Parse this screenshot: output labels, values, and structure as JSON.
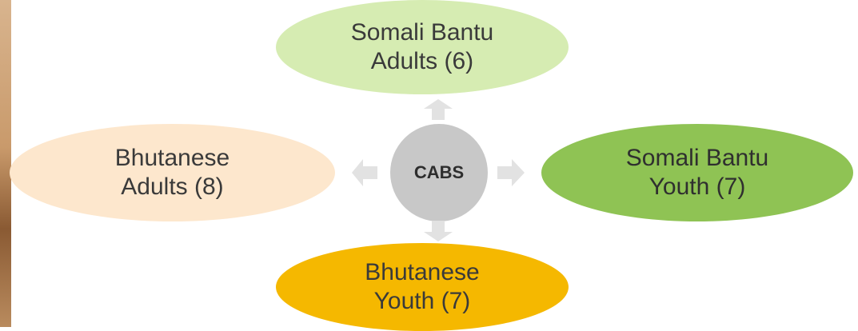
{
  "center": {
    "label": "CABS"
  },
  "nodes": {
    "top": {
      "label": "Somali Bantu\nAdults (6)"
    },
    "left": {
      "label": "Bhutanese\nAdults (8)"
    },
    "right": {
      "label": "Somali Bantu\nYouth (7)"
    },
    "bottom": {
      "label": "Bhutanese\nYouth (7)"
    }
  },
  "colors": {
    "top": "#d6ecb2",
    "left": "#fde7cd",
    "right": "#8fc354",
    "bottom": "#f5b800",
    "center": "#c8c8c8",
    "arrow": "#e2e2e2"
  },
  "icons": {
    "arrow_up": "arrow-up-icon",
    "arrow_down": "arrow-down-icon",
    "arrow_left": "arrow-left-icon",
    "arrow_right": "arrow-right-icon"
  }
}
